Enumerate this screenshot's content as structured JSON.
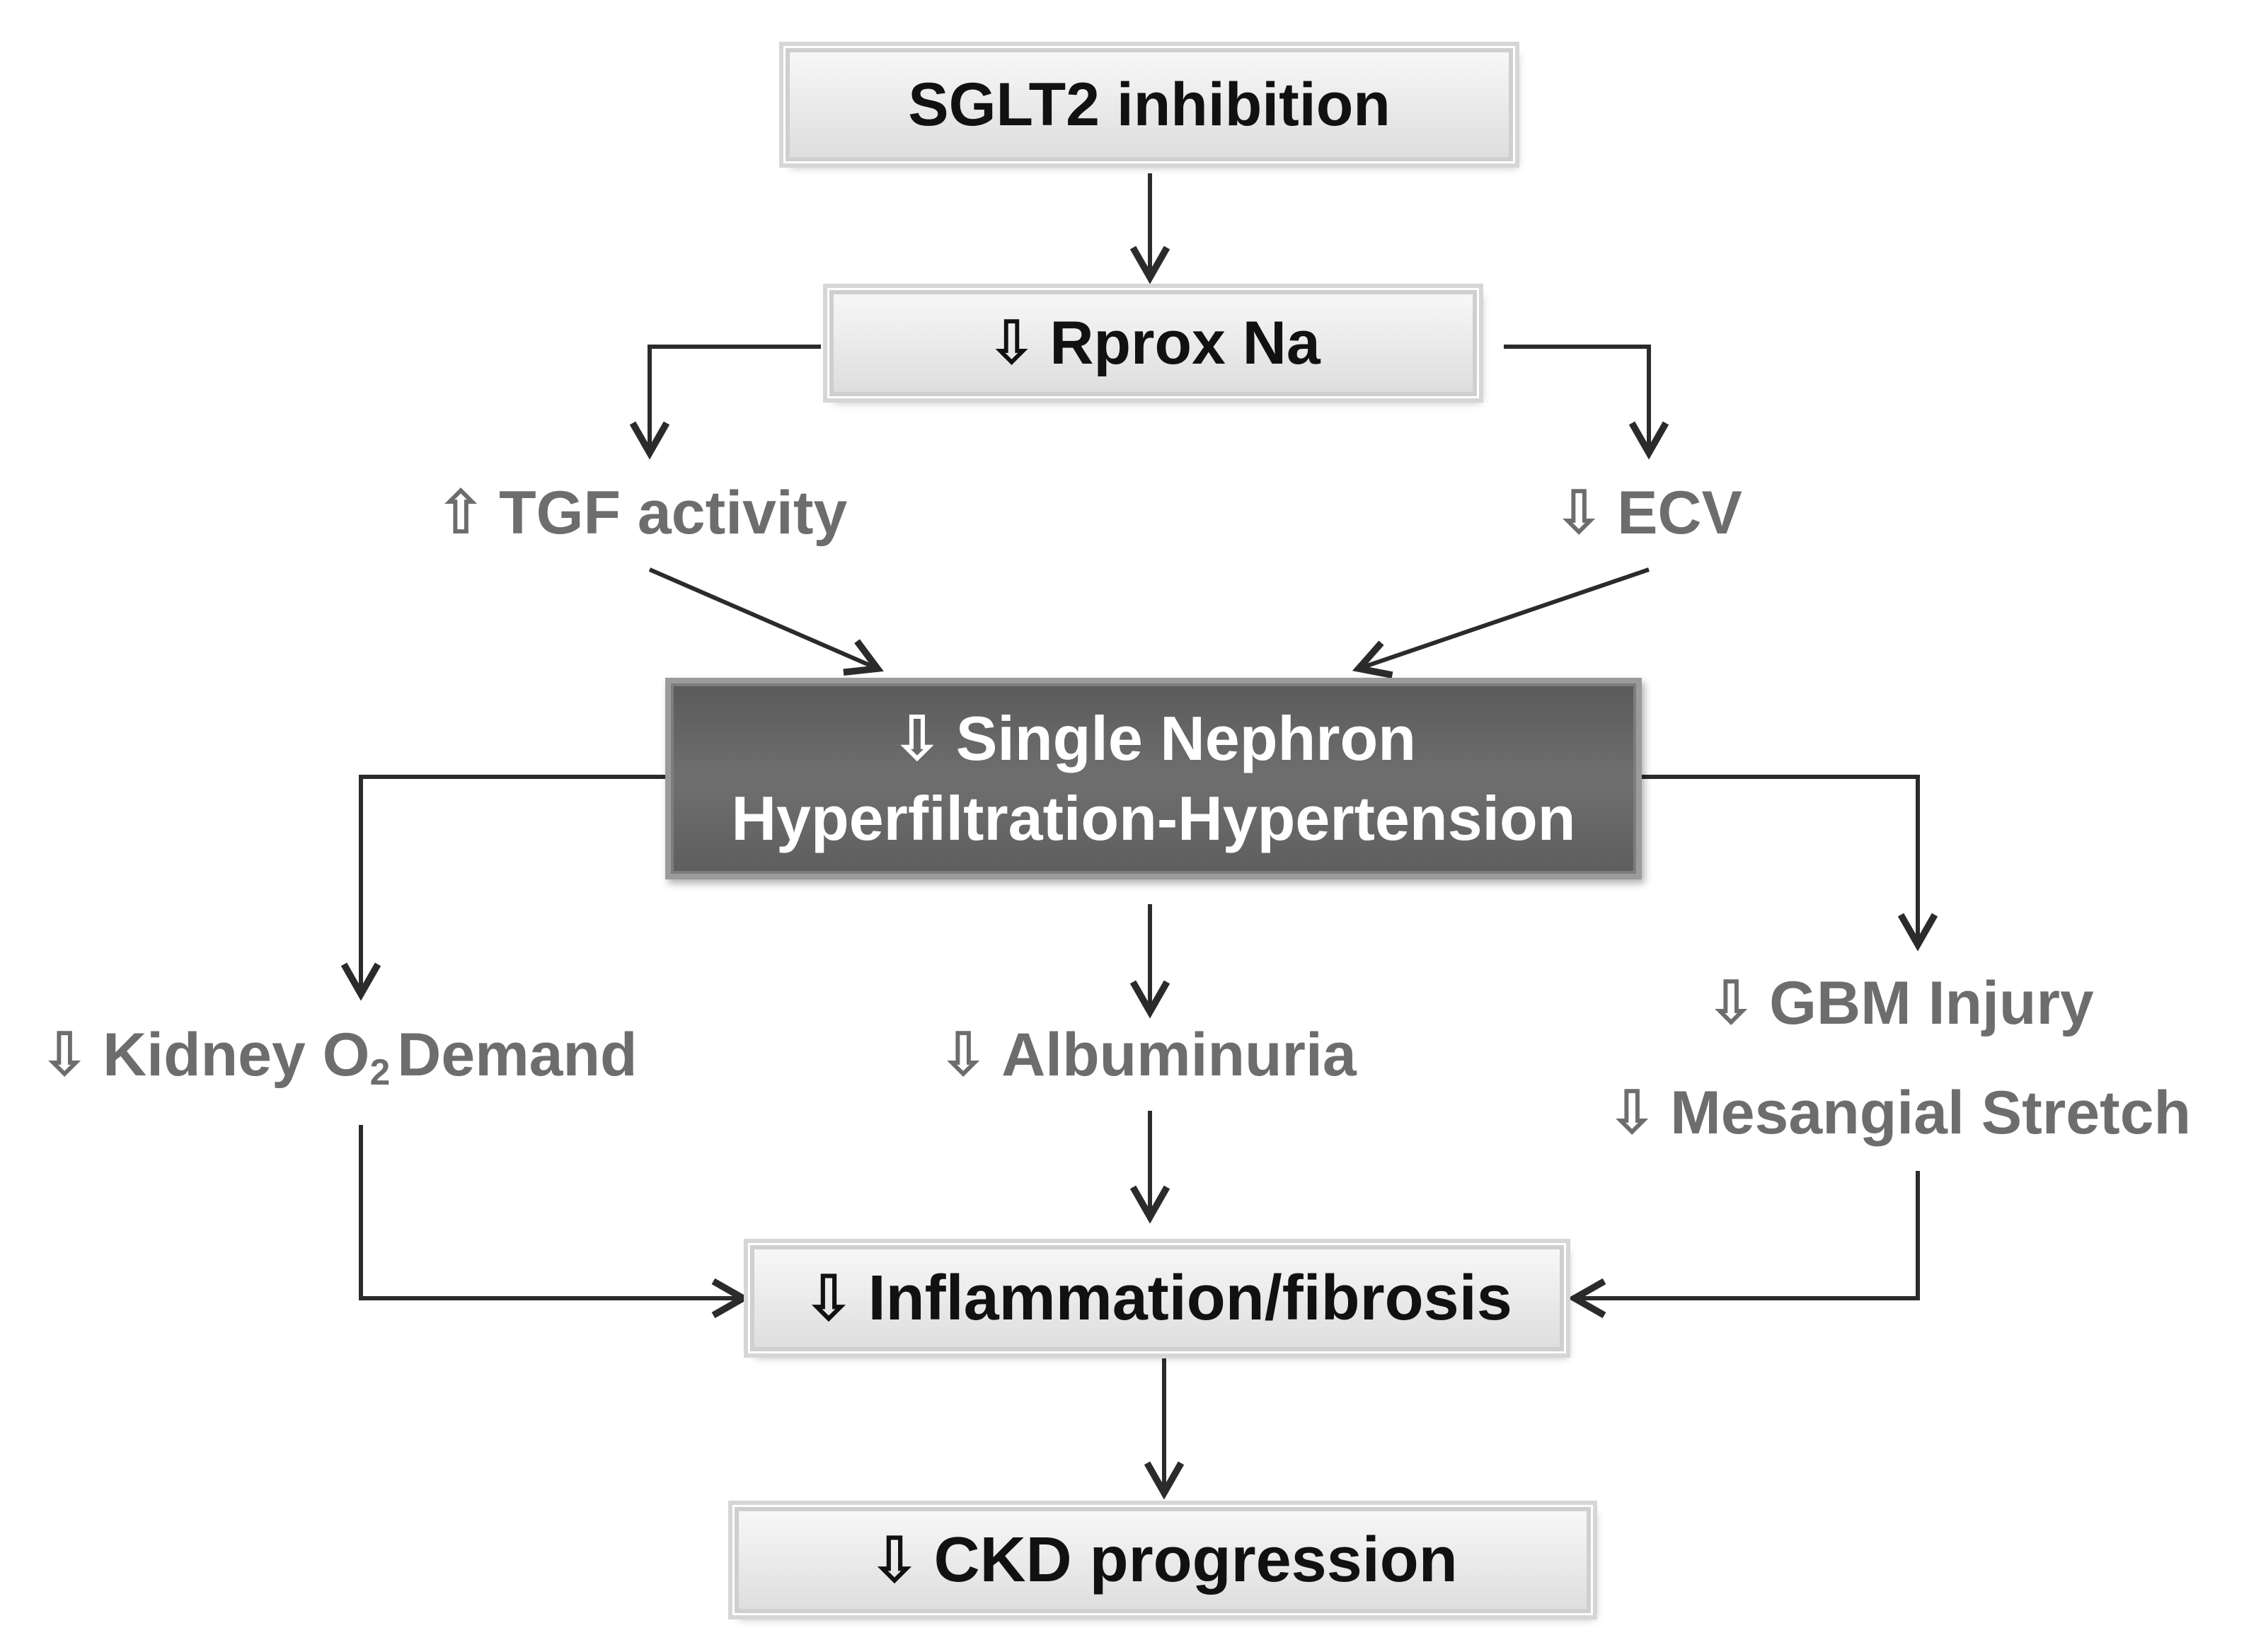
{
  "nodes": {
    "sglt2": {
      "text": "SGLT2 inhibition"
    },
    "rprox": {
      "icon": "down-arrow-icon",
      "glyph": "⇩",
      "text": "Rprox Na"
    },
    "tgf": {
      "icon": "up-arrow-icon",
      "glyph": "⇧",
      "text": "TGF activity"
    },
    "ecv": {
      "icon": "down-arrow-icon",
      "glyph": "⇩",
      "text": "ECV"
    },
    "hyperfiltration": {
      "icon": "down-arrow-icon",
      "glyph": "⇩",
      "line1": "Single Nephron",
      "line2": "Hyperfiltration-Hypertension"
    },
    "o2demand": {
      "icon": "down-arrow-icon",
      "glyph": "⇩",
      "text_before": "Kidney O",
      "subscript": "2",
      "text_after": "Demand"
    },
    "albuminuria": {
      "icon": "down-arrow-icon",
      "glyph": "⇩",
      "text": "Albuminuria"
    },
    "gbm": {
      "icon": "down-arrow-icon",
      "glyph": "⇩",
      "text": "GBM Injury"
    },
    "mesangial": {
      "icon": "down-arrow-icon",
      "glyph": "⇩",
      "text": "Mesangial Stretch"
    },
    "inflammation": {
      "icon": "down-arrow-icon",
      "glyph": "⇩",
      "text": "Inflammation/fibrosis"
    },
    "ckd": {
      "icon": "down-arrow-icon",
      "glyph": "⇩",
      "text": "CKD progression"
    }
  },
  "colors": {
    "arrow": "#2b2b2b",
    "muted_text": "#6d6d6d",
    "dark_box": "#666666"
  }
}
